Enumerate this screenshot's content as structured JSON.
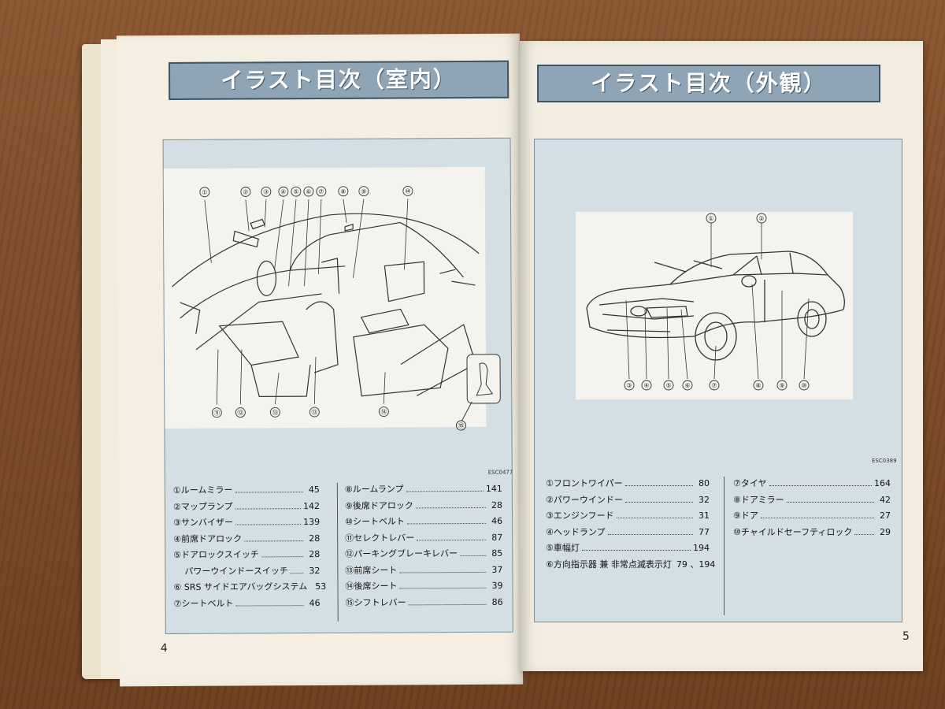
{
  "left_page": {
    "title": "イラスト目次（室内）",
    "figure_code": "ESC0477",
    "page_number": "4",
    "callouts": [
      "①",
      "②",
      "③",
      "④",
      "⑤",
      "⑥",
      "⑦",
      "⑧",
      "⑨",
      "⑩",
      "⑪",
      "⑫",
      "⑬",
      "⑭",
      "⑮",
      "⑬"
    ],
    "toc_col1": [
      {
        "label": "①ルームミラー",
        "page": "45"
      },
      {
        "label": "②マップランプ",
        "page": "142"
      },
      {
        "label": "③サンバイザー",
        "page": "139"
      },
      {
        "label": "④前席ドアロック",
        "page": "28"
      },
      {
        "label": "⑤ドアロックスイッチ",
        "page": "28"
      },
      {
        "label": "パワーウインドースイッチ",
        "page": "32"
      },
      {
        "label": "⑥ SRS サイドエアバッグシステム",
        "page": "53"
      },
      {
        "label": "⑦シートベルト",
        "page": "46"
      }
    ],
    "toc_col2": [
      {
        "label": "⑧ルームランプ",
        "page": "141"
      },
      {
        "label": "⑨後席ドアロック",
        "page": "28"
      },
      {
        "label": "⑩シートベルト",
        "page": "46"
      },
      {
        "label": "⑪セレクトレバー",
        "page": "87"
      },
      {
        "label": "⑫パーキングブレーキレバー",
        "page": "85"
      },
      {
        "label": "⑬前席シート",
        "page": "37"
      },
      {
        "label": "⑭後席シート",
        "page": "39"
      },
      {
        "label": "⑮シフトレバー",
        "page": "86"
      }
    ]
  },
  "right_page": {
    "title": "イラスト目次（外観）",
    "figure_code": "ESC0389",
    "page_number": "5",
    "callouts": [
      "①",
      "②",
      "③",
      "④",
      "⑤",
      "⑥",
      "⑦",
      "⑧",
      "⑨",
      "⑩"
    ],
    "toc_col1": [
      {
        "label": "①フロントワイパー",
        "page": "80"
      },
      {
        "label": "②パワーウインドー",
        "page": "32"
      },
      {
        "label": "③エンジンフード",
        "page": "31"
      },
      {
        "label": "④ヘッドランプ",
        "page": "77"
      },
      {
        "label": "⑤車幅灯",
        "page": "194"
      },
      {
        "label": "⑥方向指示器 兼 非常点滅表示灯",
        "page": "79 、194"
      }
    ],
    "toc_col2": [
      {
        "label": "⑦タイヤ",
        "page": "164"
      },
      {
        "label": "⑧ドアミラー",
        "page": "42"
      },
      {
        "label": "⑨ドア",
        "page": "27"
      },
      {
        "label": "⑩チャイルドセーフティロック",
        "page": "29"
      }
    ]
  },
  "colors": {
    "header_fill": "#8fa5b5",
    "panel_fill": "#d3dfe5",
    "paper": "#f4efe2"
  }
}
